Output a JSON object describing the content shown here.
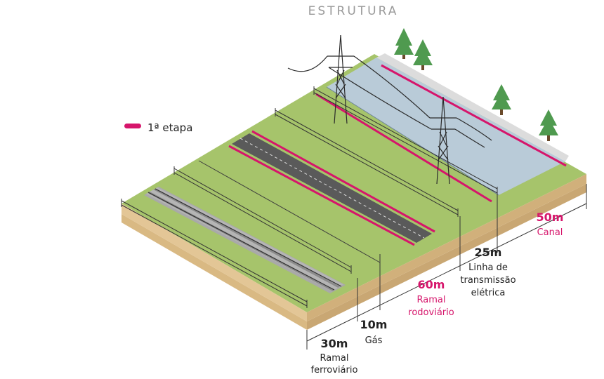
{
  "title": "ESTRUTURA",
  "legend": {
    "label": "1ª etapa",
    "color": "#d6156b"
  },
  "colors": {
    "accent": "#d6156b",
    "text": "#222222",
    "grass_top": "#a6c46b",
    "grass_side": "#d9b983",
    "water": "#b9cbd8",
    "road": "#5a5a5a",
    "rail_bed": "#a9a9a9"
  },
  "segments": [
    {
      "id": "ferroviario",
      "width": "30m",
      "line1": "Ramal",
      "line2": "ferroviário",
      "highlight": false
    },
    {
      "id": "gas",
      "width": "10m",
      "line1": "Gás",
      "line2": "",
      "highlight": false
    },
    {
      "id": "rodoviario",
      "width": "60m",
      "line1": "Ramal",
      "line2": "rodoviário",
      "highlight": true
    },
    {
      "id": "transmissao",
      "width": "25m",
      "line1": "Linha de",
      "line2": "transmissão",
      "line3": "elétrica",
      "highlight": false
    },
    {
      "id": "canal",
      "width": "50m",
      "line1": "Canal",
      "line2": "",
      "highlight": true
    }
  ]
}
